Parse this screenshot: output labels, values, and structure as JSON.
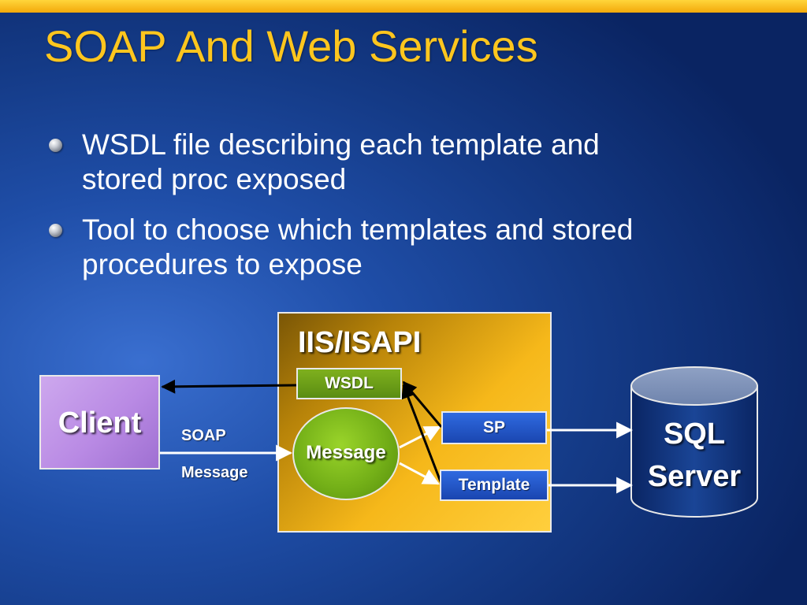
{
  "slide": {
    "title": "SOAP And Web Services",
    "bullets": [
      {
        "line1": "WSDL file describing each template and",
        "line2": "stored proc exposed"
      },
      {
        "line1": "Tool to choose which templates and stored",
        "line2": "procedures to expose"
      }
    ]
  },
  "diagram": {
    "iis_label": "IIS/ISAPI",
    "client_label": "Client",
    "soap_label_line1": "SOAP",
    "soap_label_line2": "Message",
    "wsdl_label": "WSDL",
    "message_label": "Message",
    "sp_label": "SP",
    "template_label": "Template",
    "sql_label_line1": "SQL",
    "sql_label_line2": "Server"
  },
  "colors": {
    "title": "#ffc61e",
    "top_bar": "#f3a90a",
    "background": "#143a86",
    "iis_box": "#f6b81a",
    "client_box": "#b98ae4",
    "wsdl_box": "#6a9c16",
    "message_circle": "#74b018",
    "sp_template_box": "#2458c8",
    "database": "#0d2f73"
  }
}
